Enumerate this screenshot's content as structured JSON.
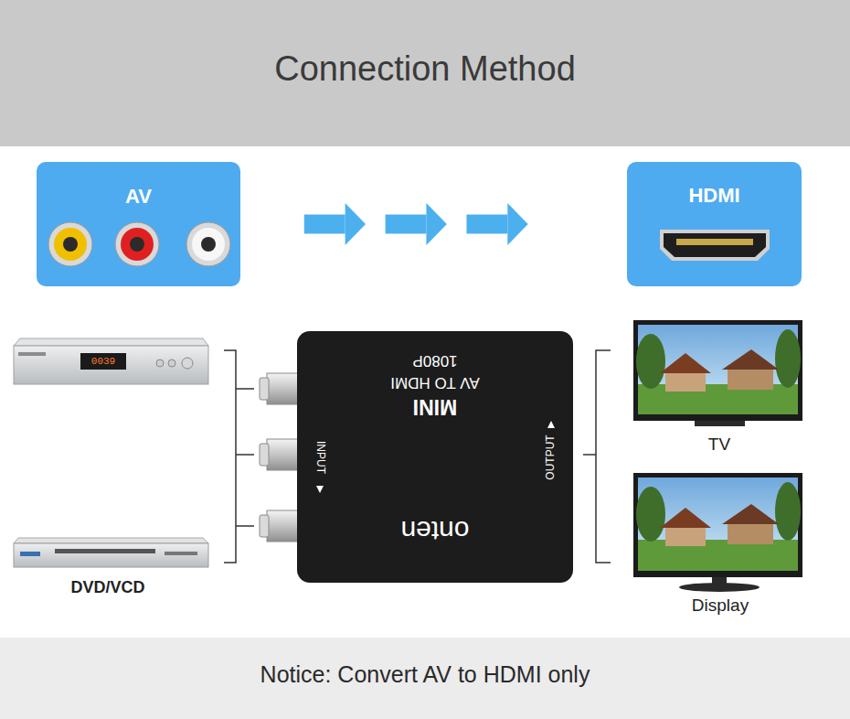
{
  "diagram": {
    "title": "Connection Method",
    "caption": "Notice: Convert AV to HDMI only",
    "nodes": [
      {
        "text": [
          "AV"
        ]
      },
      {
        "text": [
          "HDMI"
        ]
      },
      {
        "text": [
          "1080P",
          "AV TO HDMI",
          "MINI",
          "onten",
          "INPUT",
          "OUTPUT"
        ]
      }
    ],
    "edges": [
      {
        "from": 0,
        "to": 1,
        "arrow": "to"
      }
    ],
    "labels": [
      "0039",
      "DVD/VCD",
      "TV",
      "Display"
    ]
  }
}
